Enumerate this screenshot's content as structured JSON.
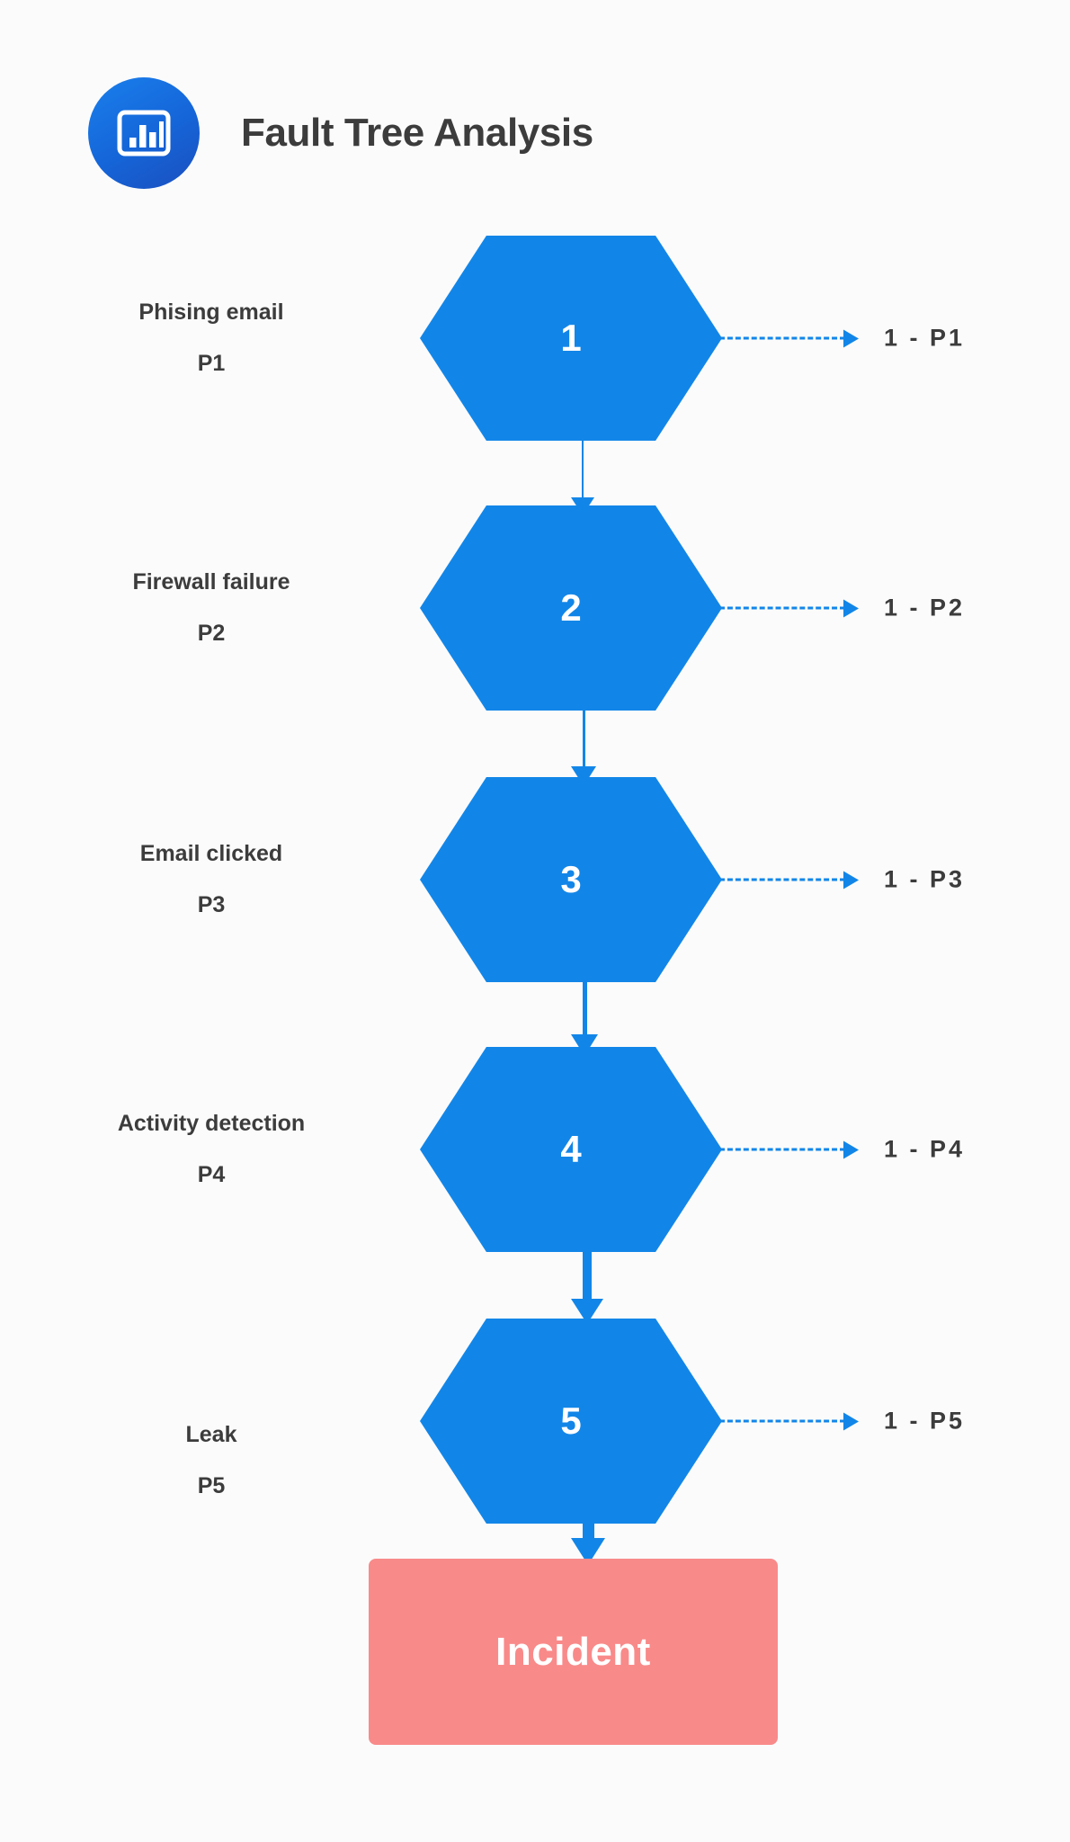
{
  "header": {
    "title": "Fault Tree Analysis",
    "logo_icon": "bar-chart-icon"
  },
  "colors": {
    "node_blue": "#1286E8",
    "incident_red": "#F98A8A",
    "text_dark": "#3C3C3C",
    "background": "#FBFBFB",
    "logo_gradient_start": "#1A7FEC",
    "logo_gradient_end": "#1B4FBF"
  },
  "chart_data": {
    "type": "diagram",
    "title": "Fault Tree Analysis",
    "nodes": [
      {
        "number": "1",
        "label": "Phising email",
        "probability": "P1",
        "complement": "1  -  P1"
      },
      {
        "number": "2",
        "label": "Firewall failure",
        "probability": "P2",
        "complement": "1  -  P2"
      },
      {
        "number": "3",
        "label": "Email clicked",
        "probability": "P3",
        "complement": "1  -  P3"
      },
      {
        "number": "4",
        "label": "Activity detection",
        "probability": "P4",
        "complement": "1  -  P4"
      },
      {
        "number": "5",
        "label": "Leak",
        "probability": "P5",
        "complement": "1  -  P5"
      }
    ],
    "terminal": {
      "label": "Incident"
    },
    "flow": "sequential top-to-bottom, each node feeds the next; dashed side arrows show complement probability 1 - Pn",
    "connector_widths": [
      2,
      3,
      5,
      10,
      13
    ]
  },
  "nodes": [
    {
      "number": "1",
      "label": "Phising email",
      "probability": "P1",
      "complement": "1  -  P1"
    },
    {
      "number": "2",
      "label": "Firewall failure",
      "probability": "P2",
      "complement": "1  -  P2"
    },
    {
      "number": "3",
      "label": "Email clicked",
      "probability": "P3",
      "complement": "1  -  P3"
    },
    {
      "number": "4",
      "label": "Activity detection",
      "probability": "P4",
      "complement": "1  -  P4"
    },
    {
      "number": "5",
      "label": "Leak",
      "probability": "P5",
      "complement": "1  -  P5"
    }
  ],
  "terminal": {
    "label": "Incident"
  }
}
